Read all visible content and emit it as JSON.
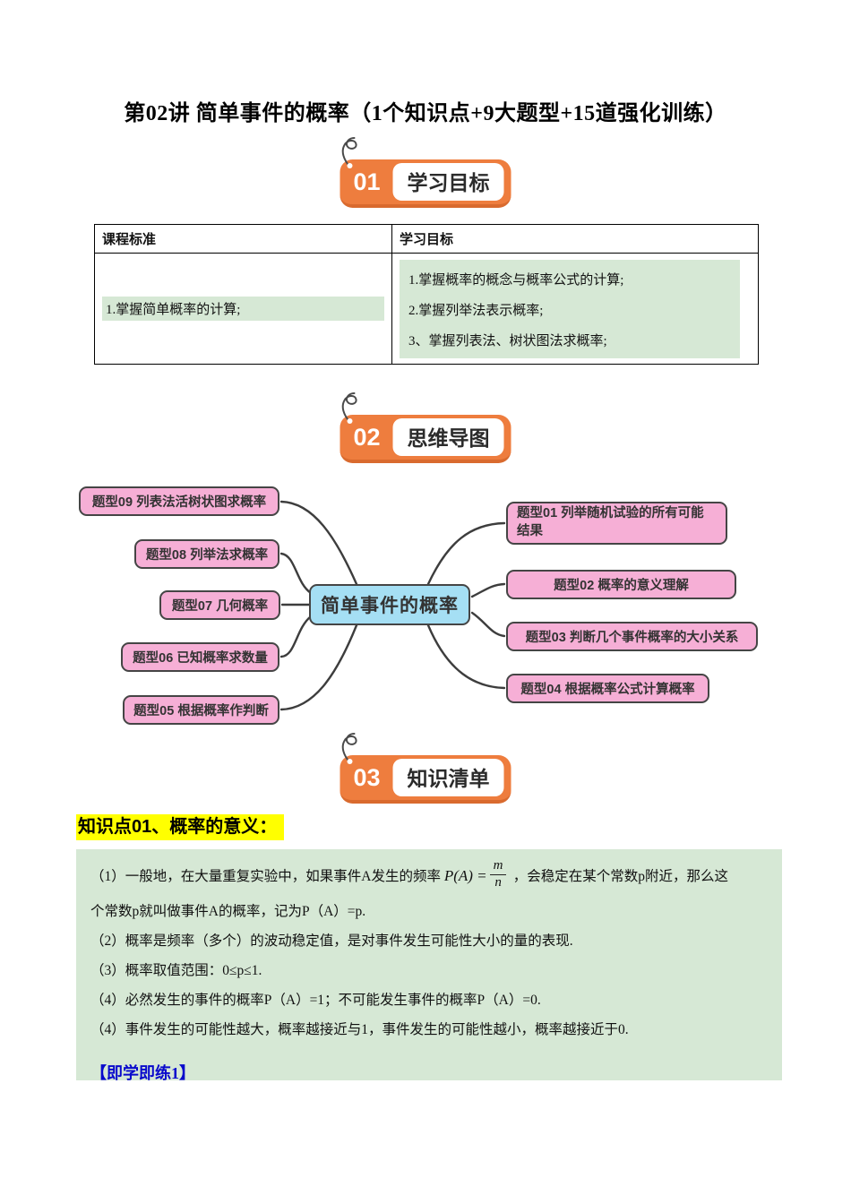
{
  "page_title": "第02讲 简单事件的概率（1个知识点+9大题型+15道强化训练）",
  "badges": [
    {
      "number": "01",
      "label": "学习目标"
    },
    {
      "number": "02",
      "label": "思维导图"
    },
    {
      "number": "03",
      "label": "知识清单"
    }
  ],
  "objectives_table": {
    "col1_header": "课程标准",
    "col2_header": "学习目标",
    "col1_item": "1.掌握简单概率的计算;",
    "col2_items": [
      "1.掌握概率的概念与概率公式的计算;",
      "2.掌握列举法表示概率;",
      "3、掌握列表法、树状图法求概率;"
    ]
  },
  "mindmap": {
    "center": "简单事件的概率",
    "nodes_left": [
      "题型09  列表法活树状图求概率",
      "题型08  列举法求概率",
      "题型07  几何概率",
      "题型06  已知概率求数量",
      "题型05 根据概率作判断"
    ],
    "nodes_right": [
      "题型01  列举随机试验的所有可能结果",
      "题型02  概率的意义理解",
      "题型03  判断几个事件概率的大小关系",
      "题型04  根据概率公式计算概率"
    ]
  },
  "knowledge": {
    "heading": "知识点01、概率的意义：",
    "p1_before": "（1）一般地，在大量重复实验中，如果事件A发生的频率",
    "formula_lhs": "P(A) =",
    "formula_num": "m",
    "formula_den": "n",
    "p1_after": "，会稳定在某个常数p附近，那么这",
    "p1_line2": "个常数p就叫做事件A的概率，记为P（A）=p.",
    "p2": "（2）概率是频率（多个）的波动稳定值，是对事件发生可能性大小的量的表现.",
    "p3": "（3）概率取值范围：0≤p≤1.",
    "p4": "（4）必然发生的事件的概率P（A）=1；不可能发生事件的概率P（A）=0.",
    "p5": "（4）事件发生的可能性越大，概率越接近与1，事件发生的可能性越小，概率越接近于0.",
    "practice_label": "【即学即练1】"
  },
  "colors": {
    "badge_orange": "#EE7D3E",
    "node_pink": "#F6AFD6",
    "node_blue": "#A5DFF4",
    "highlight_green": "#D6E8D5",
    "highlight_yellow": "#FFFF00",
    "practice_blue": "#0909CC"
  }
}
